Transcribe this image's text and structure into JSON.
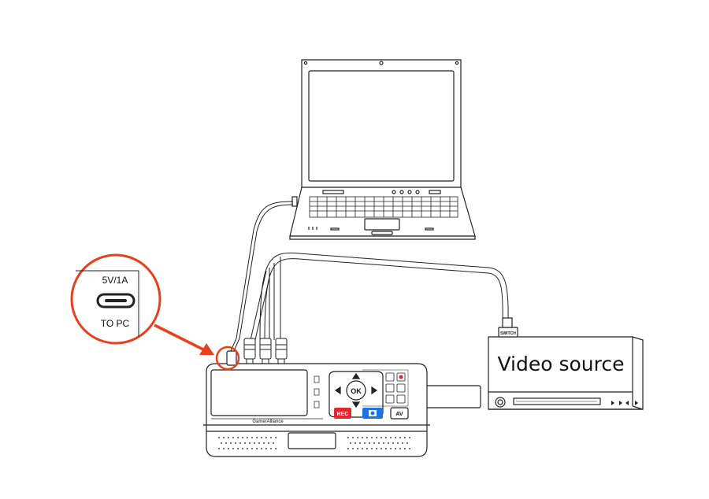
{
  "zoom_callout": {
    "rating": "5V/1A",
    "port_label": "TO PC"
  },
  "video_source": {
    "label": "Video source",
    "badge": "SWITCH"
  },
  "device": {
    "brand": "GamerAlliance",
    "ok_label": "OK",
    "rec_label": "REC",
    "av_label": "AV"
  },
  "colors": {
    "callout": "#e8401c",
    "rec_button": "#e4262c",
    "snap_button": "#1a73e8",
    "line": "#222222"
  },
  "icons": [
    "laptop-icon",
    "usb-c-port-icon",
    "arrow-icon",
    "camera-icon"
  ]
}
